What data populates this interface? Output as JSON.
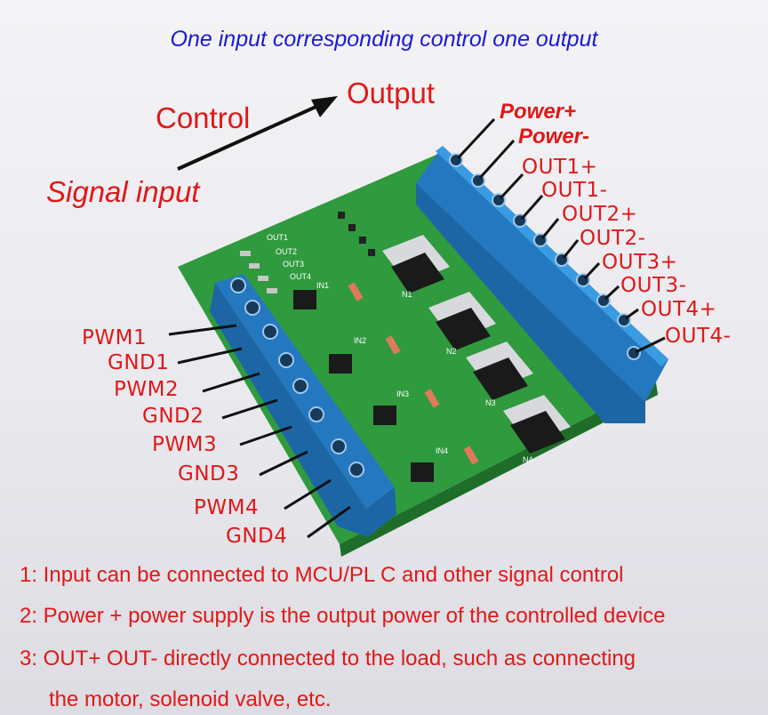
{
  "title": "One input corresponding control one output",
  "diagram": {
    "output": "Output",
    "control": "Control",
    "signal_input": "Signal input",
    "power_plus": "Power+",
    "power_minus": "Power-",
    "out_labels": [
      "OUT1+",
      "OUT1-",
      "OUT2+",
      "OUT2-",
      "OUT3+",
      "OUT3-",
      "OUT4+",
      "OUT4-"
    ],
    "in_labels": [
      "PWM1",
      "GND1",
      "PWM2",
      "GND2",
      "PWM3",
      "GND3",
      "PWM4",
      "GND4"
    ],
    "board_silk": {
      "n": [
        "N1",
        "N2",
        "N3",
        "N4"
      ],
      "in": [
        "IN1",
        "IN2",
        "IN3",
        "IN4"
      ],
      "out": [
        "OUT1",
        "OUT2",
        "OUT3",
        "OUT4"
      ]
    }
  },
  "notes": [
    "1: Input can be connected to MCU/PL C and other signal control",
    "2: Power + power supply is the output power of the controlled device",
    "3: OUT+ OUT- directly connected to the load, such as connecting",
    "the motor, solenoid valve, etc."
  ],
  "colors": {
    "board": "#2f9a3e",
    "terminal": "#2f8fd8",
    "label": "#e01818",
    "title": "#1a1ad6"
  }
}
